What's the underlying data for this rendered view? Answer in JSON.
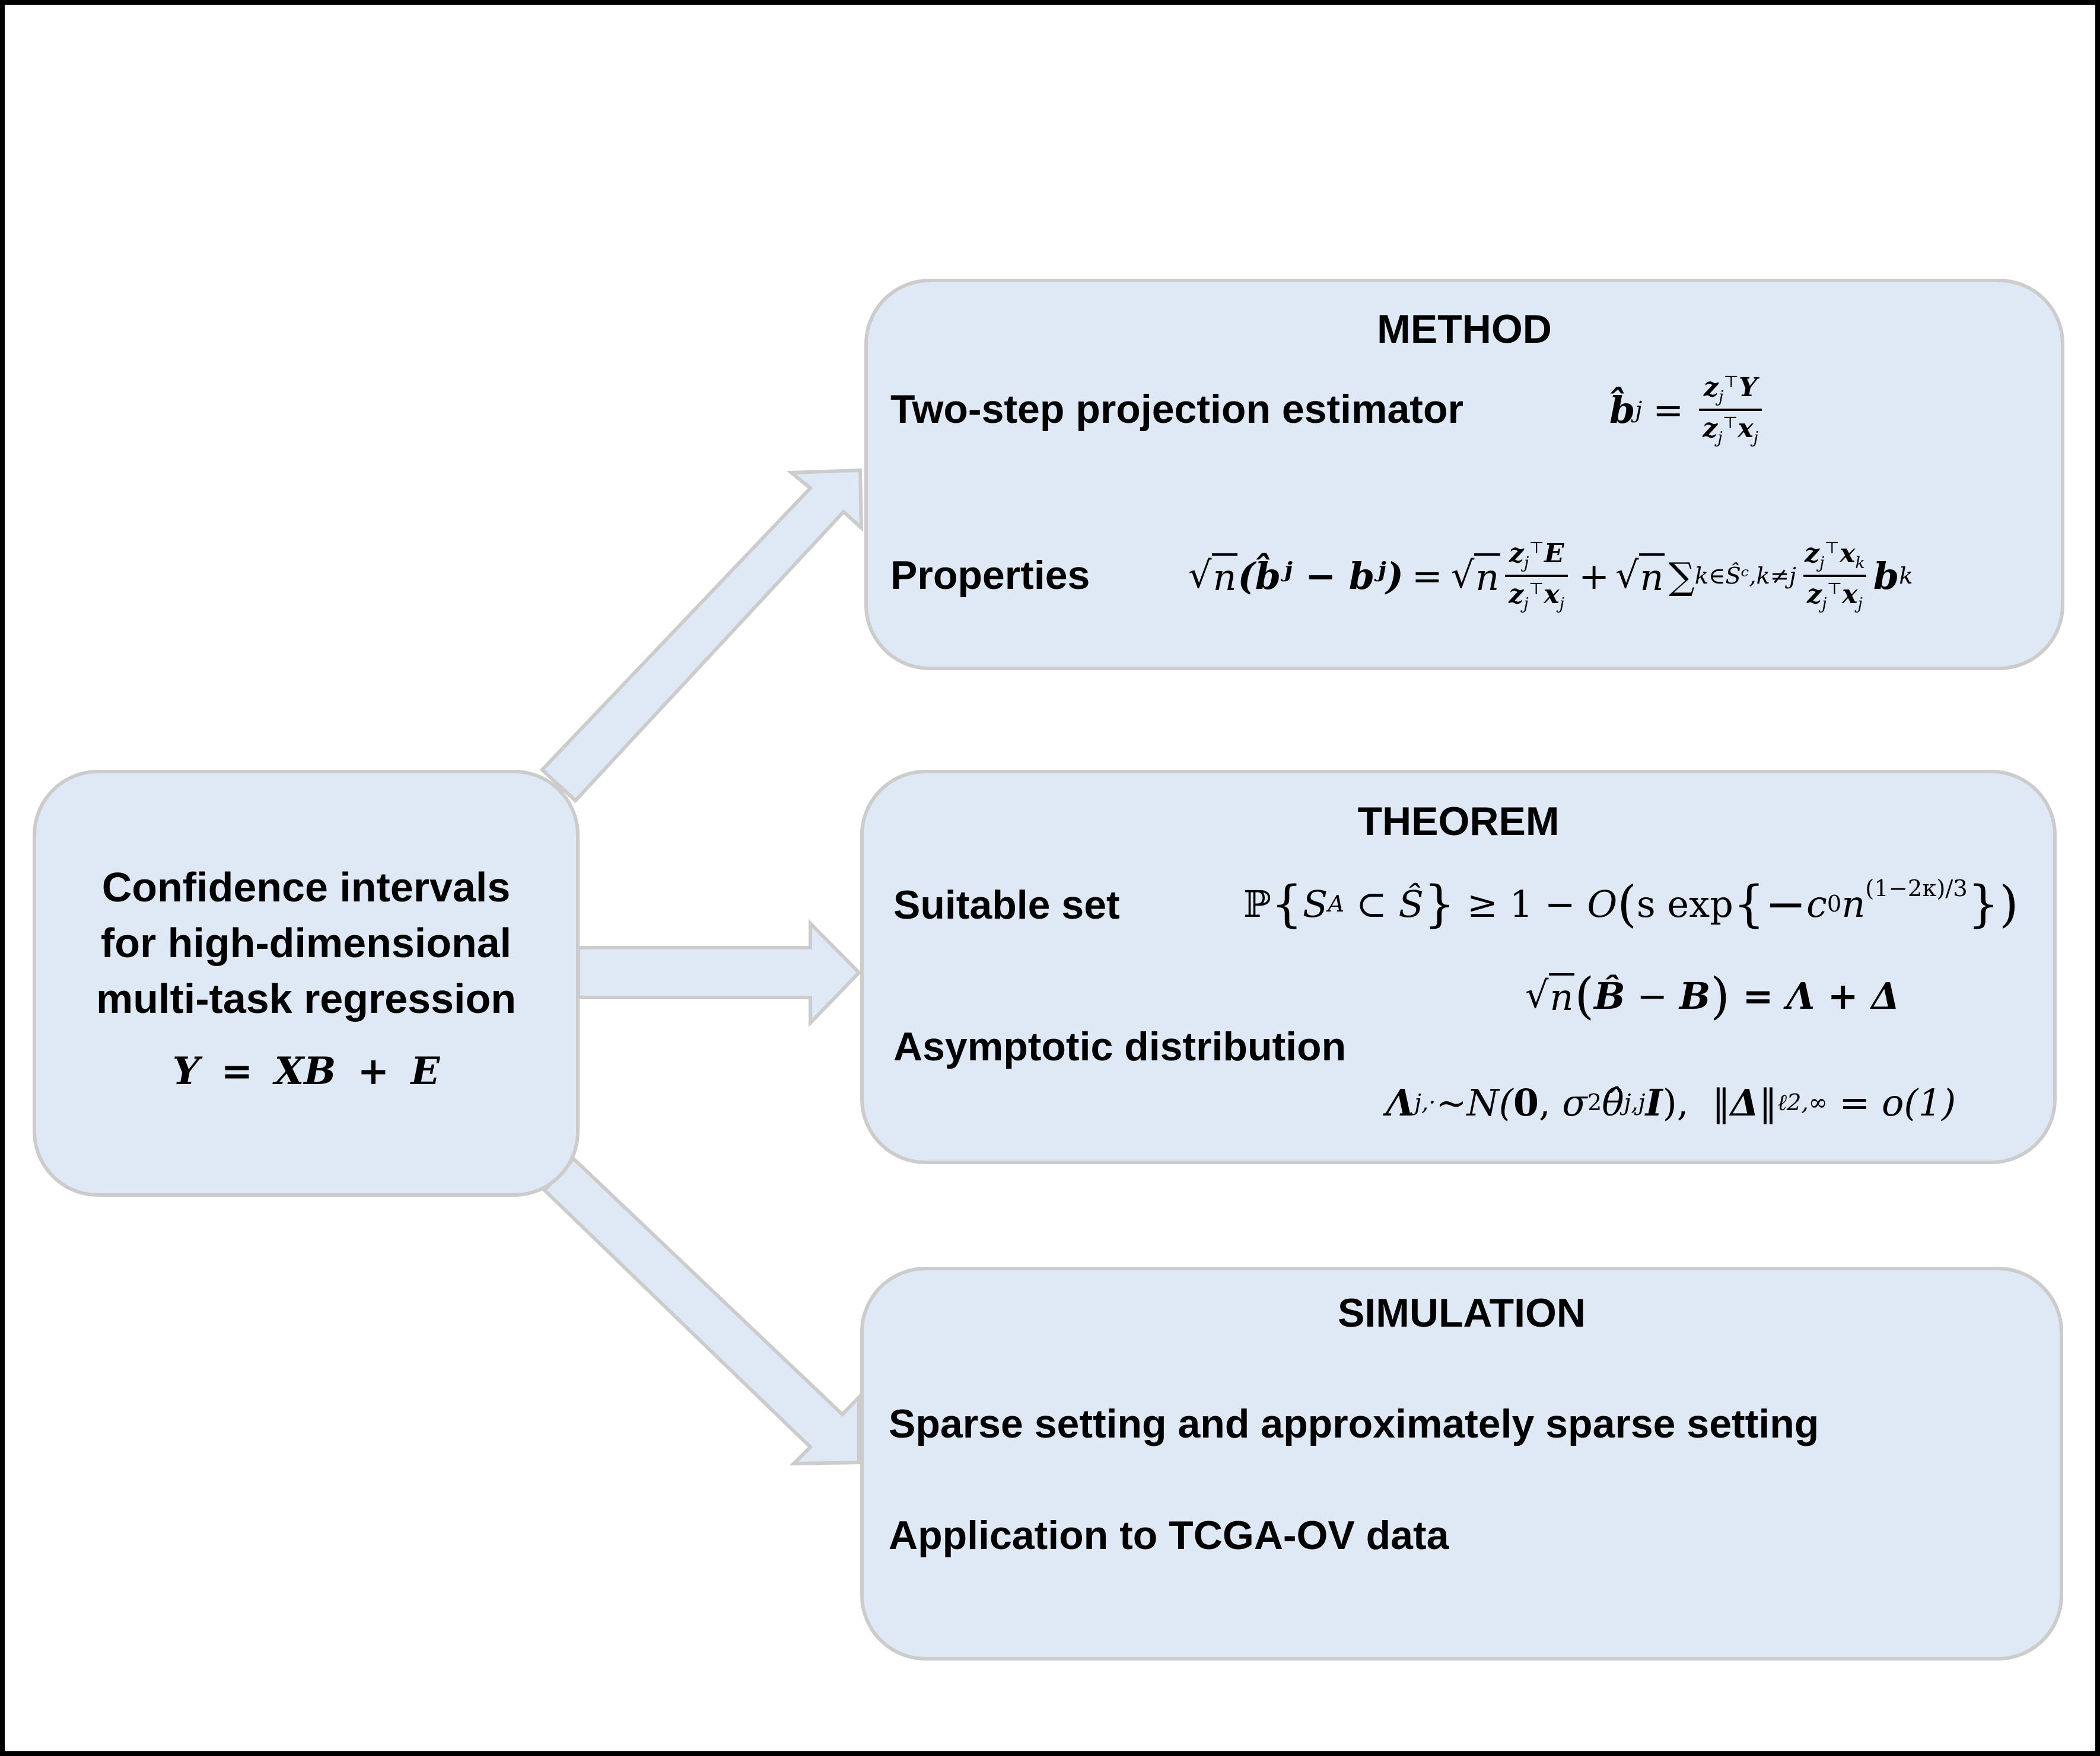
{
  "root": {
    "title_lines": [
      "Confidence intervals",
      "for high-dimensional",
      "multi-task regression"
    ],
    "equation": "Y  =  XB  +  E"
  },
  "colors": {
    "box_fill": "#dee9f5",
    "box_border": "#cccccc",
    "frame": "#000000",
    "text": "#000000"
  },
  "method": {
    "heading": "METHOD",
    "rows": [
      {
        "label": "Two-step projection estimator",
        "formula": {
          "lhs": "b̂",
          "lhs_sup": "j",
          "eq": "=",
          "num": [
            "z",
            "j",
            "⊤",
            "Y"
          ],
          "den": [
            "z",
            "j",
            "⊤",
            "x",
            "j"
          ]
        }
      },
      {
        "label": "Properties",
        "formula": {
          "sqrt_n": "n",
          "paren": "(b̂ʲ − bʲ)",
          "eq": "=",
          "term1_num": "E",
          "plus": "+",
          "sum": "∑",
          "sum_sub": "k∈Ŝᶜ,k≠j",
          "term2_num_tail": "x",
          "term2_num_tail_sub": "k",
          "tail": "b",
          "tail_sup": "k",
          "text": "√n(b̂ʲ − bʲ) = √n (z_jᵀE)/(z_jᵀx_j) + √n ∑_{k∈Ŝᶜ,k≠j} (z_jᵀx_k)/(z_jᵀx_j) bᵏ"
        }
      }
    ]
  },
  "theorem": {
    "heading": "THEOREM",
    "rows": [
      {
        "label": "Suitable set",
        "formula_text": "ℙ{S_A ⊂ Ŝ} ≥ 1 − O(s exp{−c₀ n^{(1−2κ)/3}})",
        "parts": {
          "P": "ℙ",
          "lbrace": "{",
          "S": "S",
          "S_sub": "A",
          "subset": " ⊂ ",
          "Shat": "Ŝ",
          "rbrace": "}",
          "geq": " ≥ 1 − ",
          "O": "O",
          "open": "(",
          "sexp": "s exp",
          "inner_open": "{−",
          "c": "c",
          "c_sub": "0",
          "n": "n",
          "exp": "(1−2κ)/3",
          "close": "})"
        }
      },
      {
        "label": "Asymptotic distribution",
        "formula1_text": "√n(B̂ − B) = Λ + Δ",
        "formula1_parts": {
          "sqrt_n": "n",
          "open": "(",
          "Bhat": "B̂",
          "minus": " − ",
          "B": "B",
          "close": ")",
          "rhs": " = Λ + Δ"
        },
        "formula2_text": "Λ_{j,·} ~ N(0, σ² θ̂_{j,j} I),  ‖Δ‖_{ℓ2,∞} = o(1)",
        "formula2_parts": {
          "Lambda": "Λ",
          "Lambda_sub": "j,·",
          "dist": "~N(",
          "zero": "0",
          "comma": ", ",
          "sigma": "σ",
          "sigma_sup": "2",
          "theta": "θ̂",
          "theta_sub": "j,j",
          "I": "I",
          "close": "),",
          "norm_open": "  ‖",
          "Delta": "Δ",
          "norm_close": "‖",
          "norm_sub": "ℓ2,∞",
          "rhs": " = o(1)"
        }
      }
    ]
  },
  "simulation": {
    "heading": "SIMULATION",
    "items": [
      "Sparse setting and approximately sparse setting",
      "Application to TCGA-OV data"
    ]
  },
  "arrows": [
    {
      "from": "root",
      "to": "method",
      "direction": "up-right"
    },
    {
      "from": "root",
      "to": "theorem",
      "direction": "right"
    },
    {
      "from": "root",
      "to": "simulation",
      "direction": "down-right"
    }
  ]
}
